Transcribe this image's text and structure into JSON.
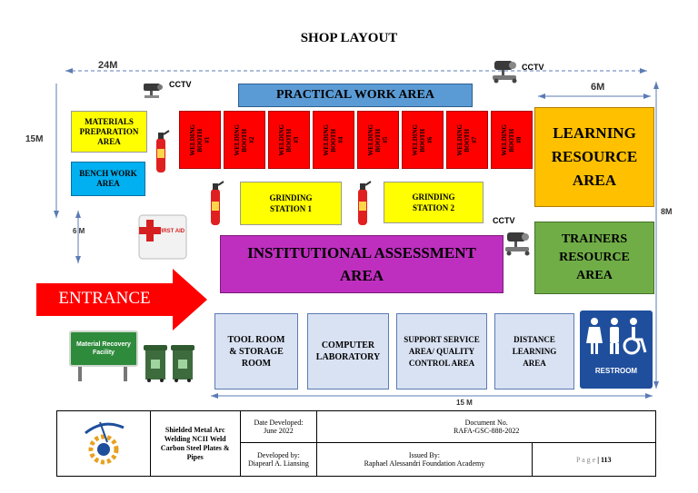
{
  "title": "SHOP LAYOUT",
  "dimensions": {
    "top_width": "24M",
    "left_height": "15M",
    "learning_width": "6M",
    "left_lower": "6 M",
    "right_height": "8M",
    "bottom_width": "15 M"
  },
  "cctv_label": "CCTV",
  "areas": {
    "practical_work": "PRACTICAL WORK AREA",
    "materials_prep": "MATERIALS PREPARATION AREA",
    "bench_work": "BENCH WORK AREA",
    "learning_resource": "LEARNING RESOURCE AREA",
    "grinding_1": "GRINDING STATION 1",
    "grinding_2": "GRINDING STATION 2",
    "institutional_assessment": "INSTITUTIONAL ASSESSMENT AREA",
    "trainers_resource": "TRAINERS RESOURCE AREA",
    "entrance": "ENTRANCE",
    "first_aid": "FIRST AID",
    "material_recovery": "Material Recovery Facility",
    "restroom": "RESTROOM"
  },
  "welding_booths": [
    "WELDING\nBOOTH\n#1",
    "WELDING\nBOOTH\n#2",
    "WELDING\nBOOTH\n#3",
    "WELDING\nBOOTH\n#4",
    "WELDING\nBOOTH\n#5",
    "WELDING\nBOOTH\n#6",
    "WELDING\nBOOTH\n#7",
    "WELDING\nBOOTH\n#8"
  ],
  "rooms": [
    "TOOL ROOM & STORAGE ROOM",
    "COMPUTER LABORATORY",
    "SUPPORT SERVICE AREA/ QUALITY CONTROL AREA",
    "DISTANCE LEARNING AREA"
  ],
  "footer": {
    "course": "Shielded Metal Arc Welding NCII Weld Carbon Steel Plates & Pipes",
    "date_label": "Date Developed:",
    "date_value": "June 2022",
    "doc_label": "Document No.",
    "doc_value": "RAFA-GSC-888-2022",
    "developed_label": "Developed by:",
    "developed_value": "Diapearl A. Liansing",
    "issued_label": "Issued By:",
    "issued_value": "Raphael Alessandri Foundation Academy",
    "page_label": "P a g e",
    "page_value": "| 113"
  },
  "colors": {
    "welding_booth": "#ff0000",
    "practical_area": "#5b9bd5",
    "yellow_area": "#ffff00",
    "bench_area": "#00b0f0",
    "learning_area": "#ffc000",
    "assessment_area": "#bf2fbf",
    "trainers_area": "#70ad47",
    "entrance_arrow": "#ff0000",
    "room_fill": "#d9e2f3",
    "restroom": "#1f4e9c"
  }
}
